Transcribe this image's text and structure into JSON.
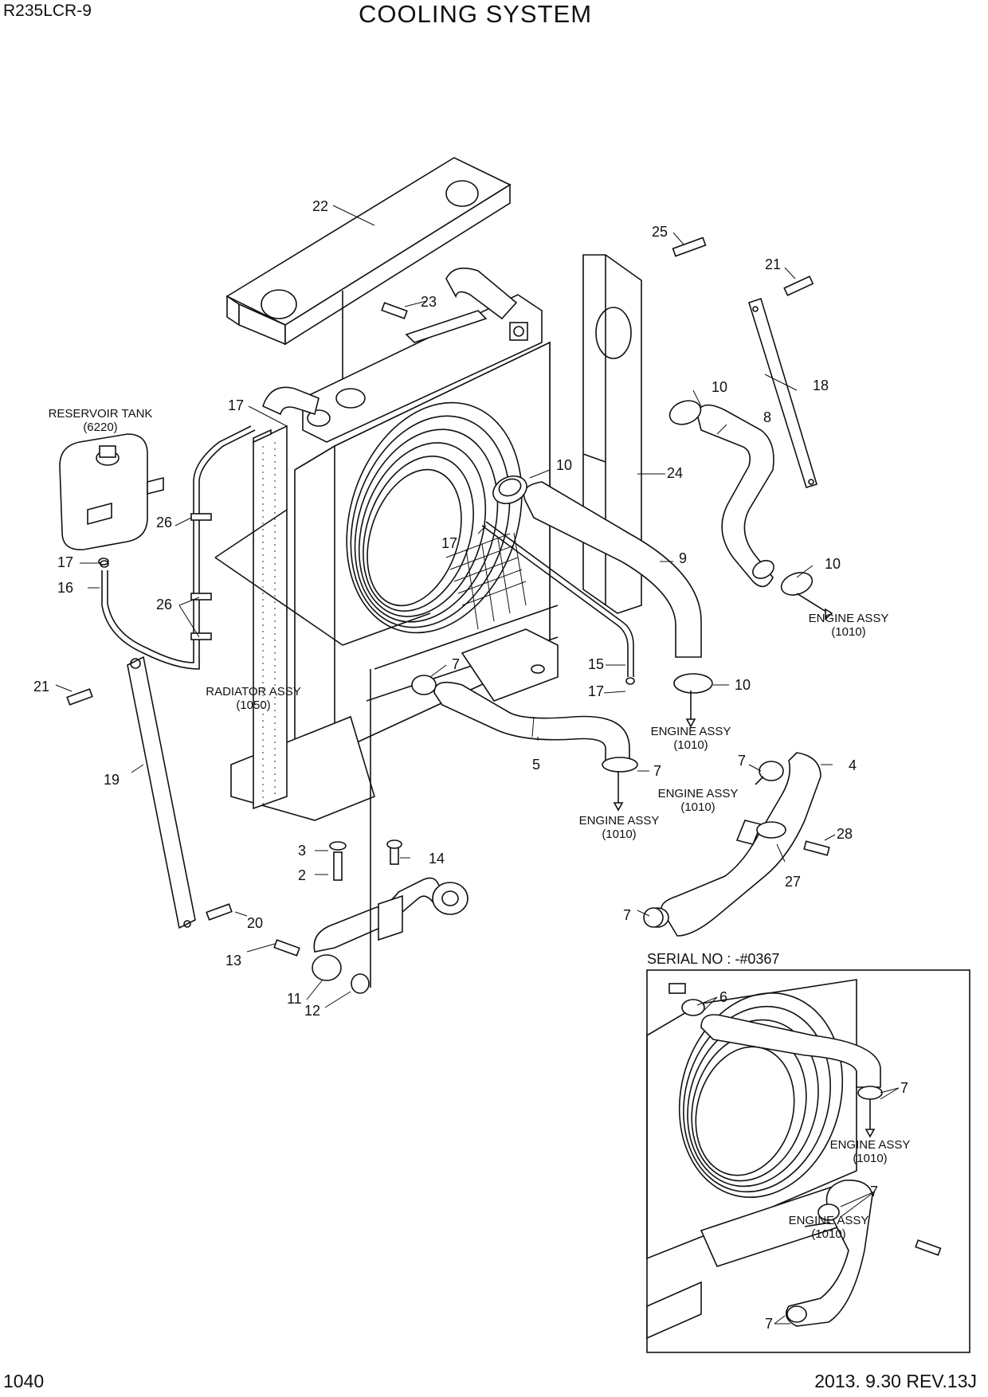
{
  "header": {
    "model": "R235LCR-9",
    "title": "COOLING SYSTEM"
  },
  "footer": {
    "page_number": "1040",
    "revision": "2013. 9.30  REV.13J"
  },
  "callouts": {
    "c22": "22",
    "c25": "25",
    "c21a": "21",
    "c23": "23",
    "c10a": "10",
    "c18": "18",
    "c17a": "17",
    "c8": "8",
    "c10b": "10",
    "c24": "24",
    "c26a": "26",
    "c17b": "17",
    "c17c": "17",
    "c9": "9",
    "c10c": "10",
    "c16": "16",
    "c26b": "26",
    "c21b": "21",
    "c7a": "7",
    "c15": "15",
    "c17d": "17",
    "c10d": "10",
    "c5": "5",
    "c7b": "7",
    "c7c": "7",
    "c4": "4",
    "c19": "19",
    "c28": "28",
    "c27": "27",
    "c3": "3",
    "c14": "14",
    "c2": "2",
    "c7d": "7",
    "c20": "20",
    "c13": "13",
    "c11": "11",
    "c12": "12",
    "c6": "6",
    "c7e": "7",
    "c7f": "7",
    "c7g": "7"
  },
  "assemblies": {
    "reservoir_name": "RESERVOIR TANK",
    "reservoir_code": "(6220)",
    "radiator_name": "RADIATOR ASSY",
    "radiator_code": "(1050)",
    "engine_name": "ENGINE ASSY",
    "engine_code": "(1010)"
  },
  "inset": {
    "serial_label": "SERIAL NO : -#0367"
  }
}
